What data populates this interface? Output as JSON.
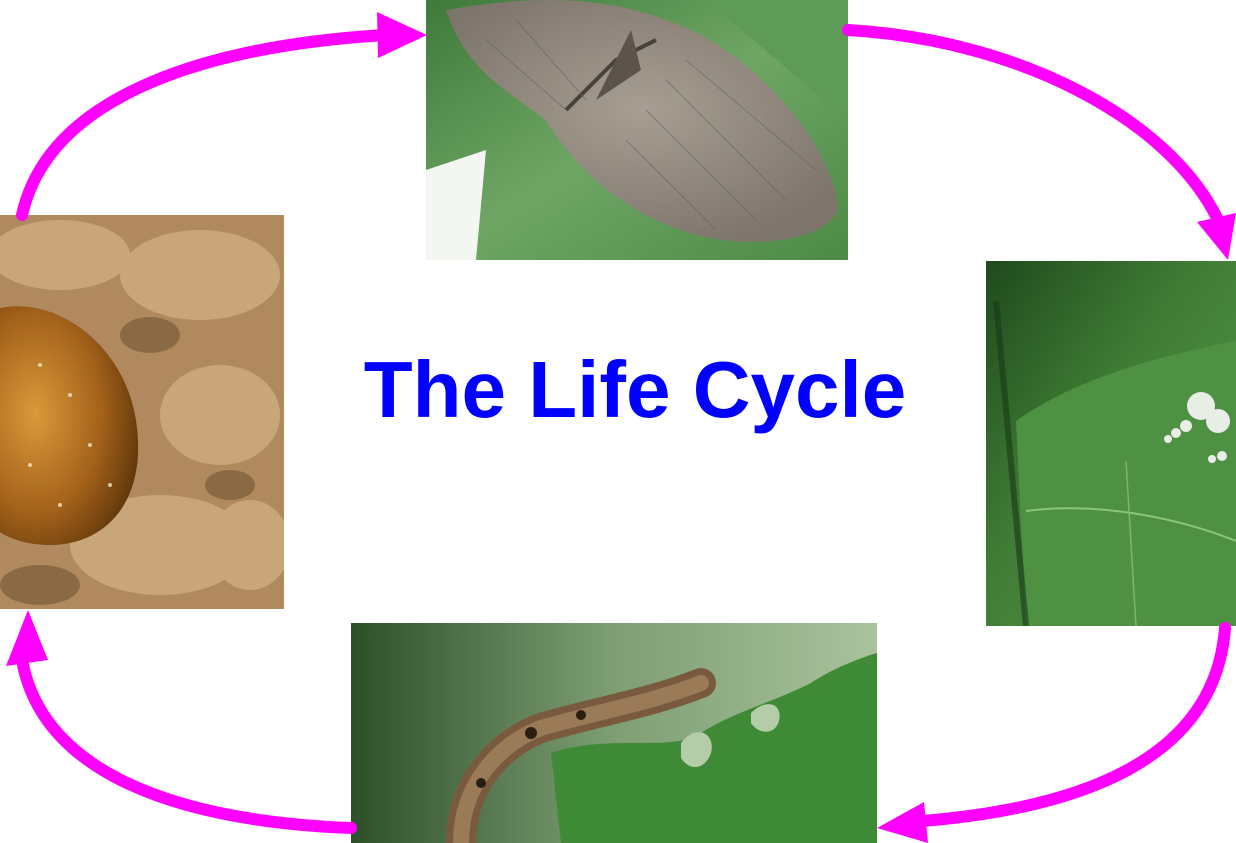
{
  "title": "The Life Cycle",
  "colors": {
    "title": "#0000ff",
    "arrow": "#ff00ff",
    "background": "#ffffff"
  },
  "stages": [
    {
      "name": "moth",
      "icon": "adult-moth-photo"
    },
    {
      "name": "eggs",
      "icon": "eggs-on-leaf-photo"
    },
    {
      "name": "caterpillar",
      "icon": "caterpillar-on-leaf-photo"
    },
    {
      "name": "pupa",
      "icon": "pupa-in-soil-photo"
    }
  ],
  "arrows": [
    {
      "from": "moth",
      "to": "eggs"
    },
    {
      "from": "eggs",
      "to": "caterpillar"
    },
    {
      "from": "caterpillar",
      "to": "pupa"
    },
    {
      "from": "pupa",
      "to": "moth"
    }
  ]
}
